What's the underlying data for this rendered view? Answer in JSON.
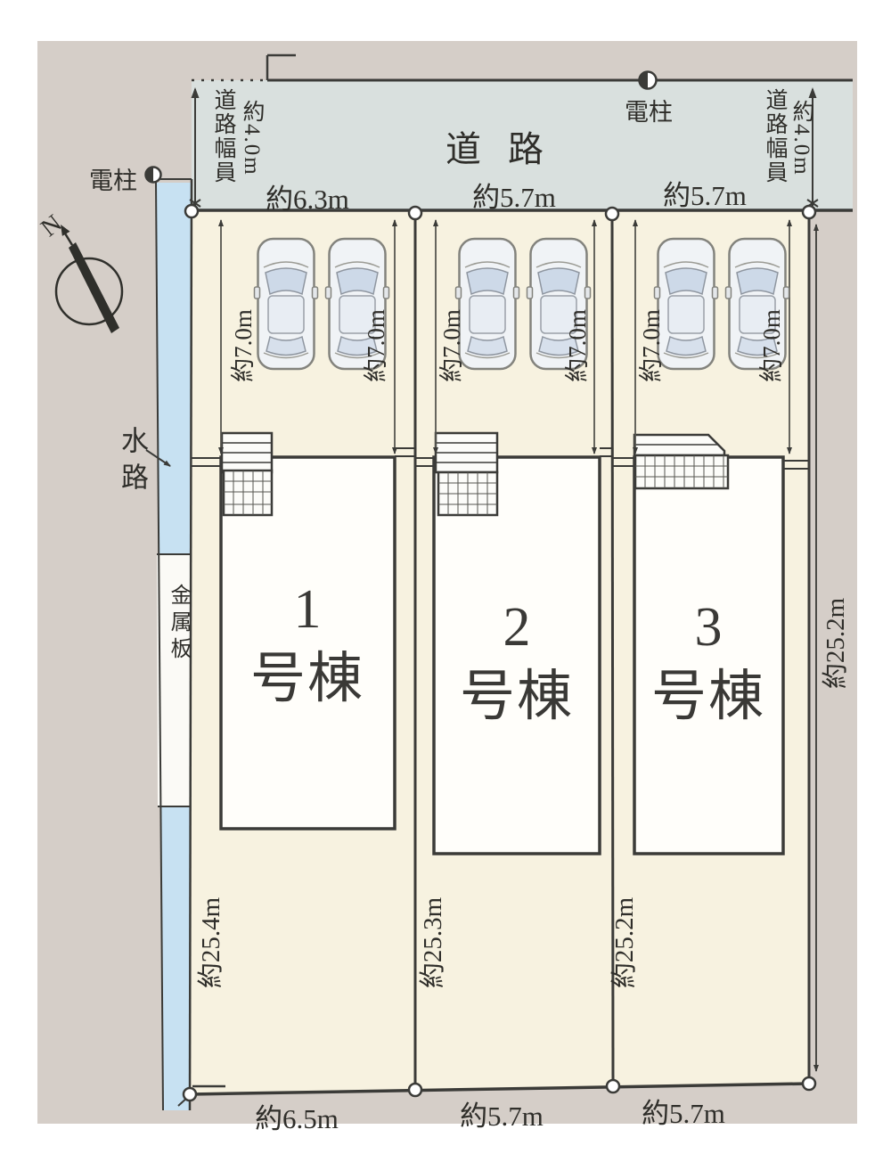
{
  "plan": {
    "road_label": "道路",
    "pole_top_label": "電柱",
    "pole_left_label": "電柱",
    "road_width_label": "道路幅員",
    "road_width_value": "約4.0m",
    "compass_north_label": "N",
    "waterway_label": "水路",
    "metal_plate_label": "金属板",
    "parking_depth_label": "約7.0m",
    "top_dimensions": [
      "約6.3m",
      "約5.7m",
      "約5.7m"
    ],
    "bottom_dimensions": [
      "約6.5m",
      "約5.7m",
      "約5.7m"
    ],
    "left_side_dimensions": [
      "約25.4m",
      "約25.3m",
      "約25.2m"
    ],
    "right_side_dimension": "約25.2m",
    "lots": [
      {
        "building_number": "1",
        "building_label": "号棟"
      },
      {
        "building_number": "2",
        "building_label": "号棟"
      },
      {
        "building_number": "3",
        "building_label": "号棟"
      }
    ]
  },
  "colors": {
    "background": "#d5cec8",
    "road": "#d9e0de",
    "lot": "#f7f2e0",
    "waterway": "#c7e1f2",
    "building": "#fffefa",
    "line": "#3b3b38"
  }
}
